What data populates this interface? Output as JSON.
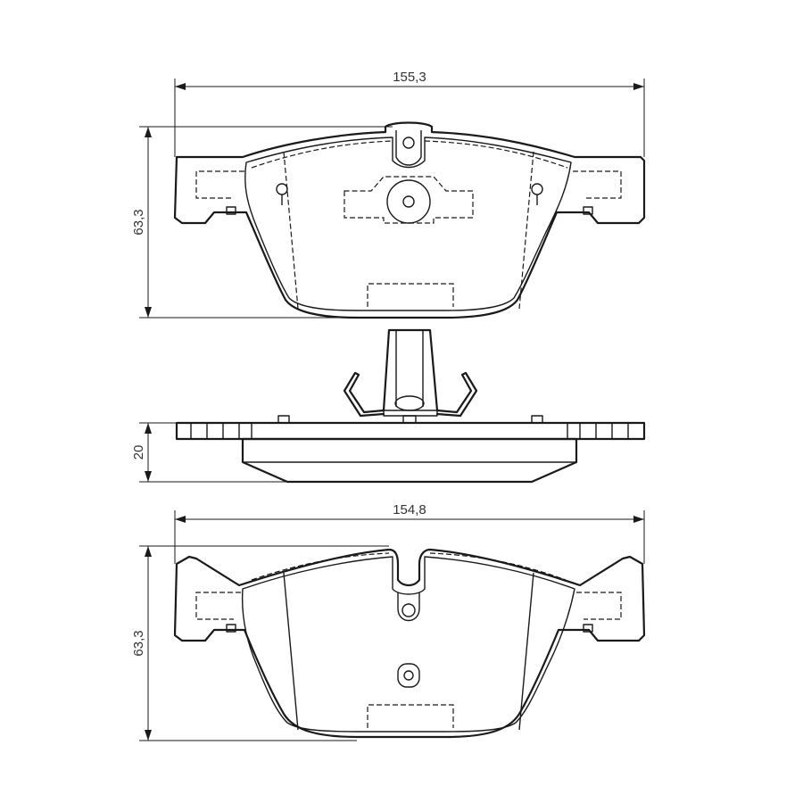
{
  "dimensions": {
    "top_width": "155,3",
    "top_height": "63,3",
    "side_thickness": "20",
    "bottom_width": "154,8",
    "bottom_height": "63,3"
  }
}
